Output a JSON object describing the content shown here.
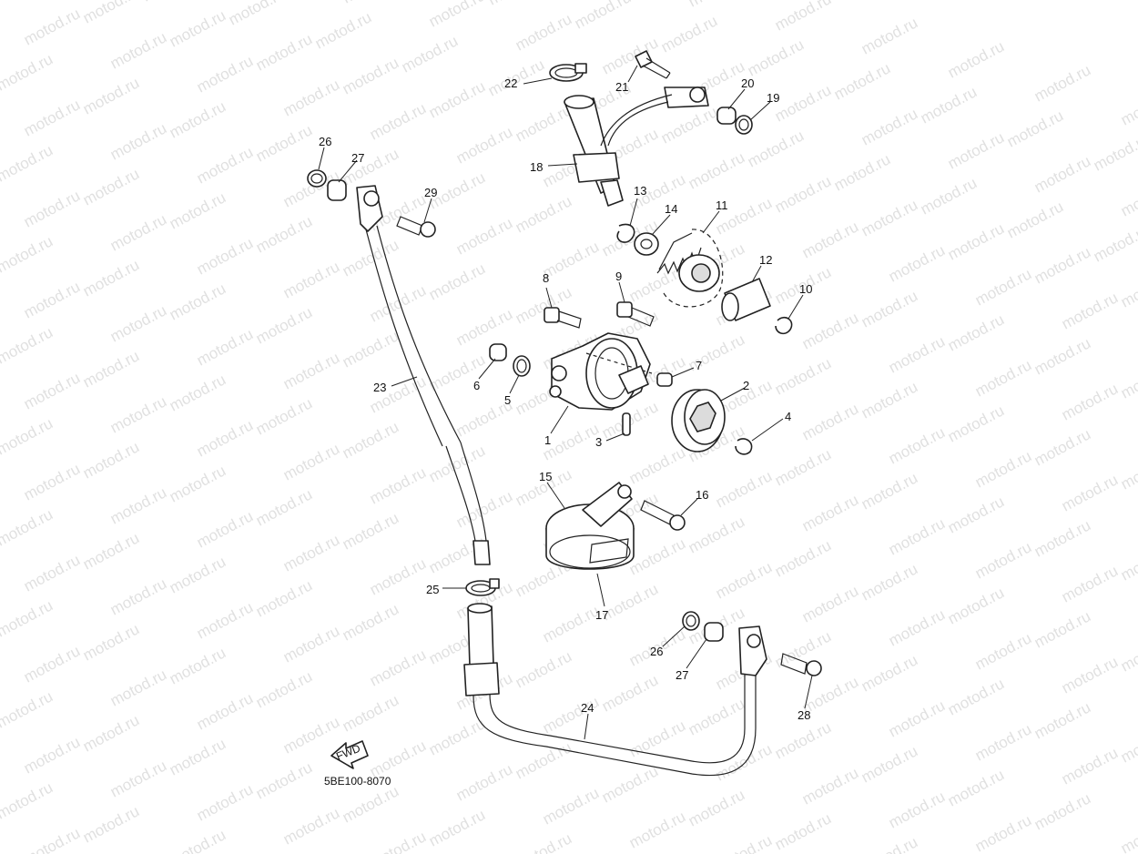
{
  "diagram_code": "5BE100-8070",
  "fwd_label": "FWD",
  "watermark_text": "motod.ru",
  "callouts": [
    {
      "id": "1",
      "label": "1"
    },
    {
      "id": "2",
      "label": "2"
    },
    {
      "id": "3",
      "label": "3"
    },
    {
      "id": "4",
      "label": "4"
    },
    {
      "id": "5",
      "label": "5"
    },
    {
      "id": "6",
      "label": "6"
    },
    {
      "id": "7",
      "label": "7"
    },
    {
      "id": "8",
      "label": "8"
    },
    {
      "id": "9",
      "label": "9"
    },
    {
      "id": "10",
      "label": "10"
    },
    {
      "id": "11",
      "label": "11"
    },
    {
      "id": "12",
      "label": "12"
    },
    {
      "id": "13",
      "label": "13"
    },
    {
      "id": "14",
      "label": "14"
    },
    {
      "id": "15",
      "label": "15"
    },
    {
      "id": "16",
      "label": "16"
    },
    {
      "id": "17",
      "label": "17"
    },
    {
      "id": "18",
      "label": "18"
    },
    {
      "id": "19",
      "label": "19"
    },
    {
      "id": "20",
      "label": "20"
    },
    {
      "id": "21",
      "label": "21"
    },
    {
      "id": "22",
      "label": "22"
    },
    {
      "id": "23",
      "label": "23"
    },
    {
      "id": "24",
      "label": "24"
    },
    {
      "id": "25",
      "label": "25"
    },
    {
      "id": "26a",
      "label": "26"
    },
    {
      "id": "26b",
      "label": "26"
    },
    {
      "id": "27a",
      "label": "27"
    },
    {
      "id": "27b",
      "label": "27"
    },
    {
      "id": "28",
      "label": "28"
    },
    {
      "id": "29",
      "label": "29"
    }
  ],
  "colors": {
    "line": "#222222",
    "watermark": "#c8c8c8",
    "background": "#ffffff"
  }
}
